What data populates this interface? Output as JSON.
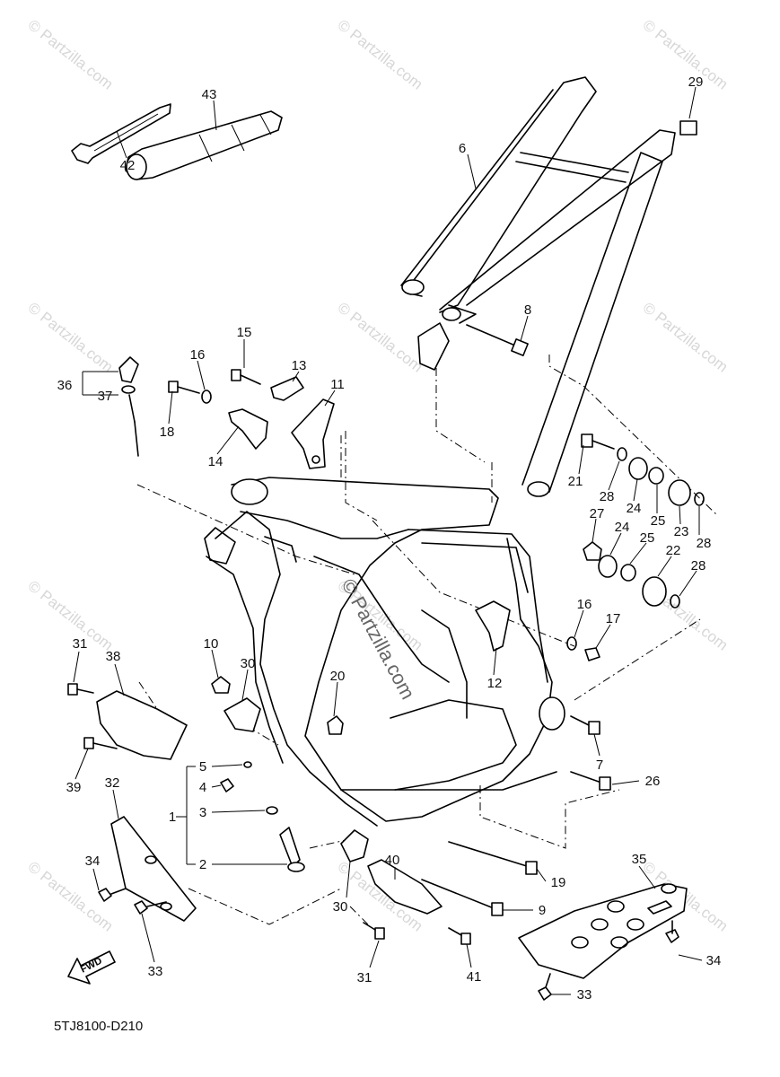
{
  "diagram": {
    "code": "5TJ8100-D210",
    "center_watermark": "© Partzilla.com",
    "watermark": "© Partzilla.com",
    "fwd_label": "FWD",
    "callouts": [
      {
        "id": "c42",
        "label": "42"
      },
      {
        "id": "c43",
        "label": "43"
      },
      {
        "id": "c6",
        "label": "6"
      },
      {
        "id": "c29",
        "label": "29"
      },
      {
        "id": "c8",
        "label": "8"
      },
      {
        "id": "c15",
        "label": "15"
      },
      {
        "id": "c16a",
        "label": "16"
      },
      {
        "id": "c13",
        "label": "13"
      },
      {
        "id": "c11",
        "label": "11"
      },
      {
        "id": "c18",
        "label": "18"
      },
      {
        "id": "c14",
        "label": "14"
      },
      {
        "id": "c36",
        "label": "36"
      },
      {
        "id": "c37",
        "label": "37"
      },
      {
        "id": "c21",
        "label": "21"
      },
      {
        "id": "c28a",
        "label": "28"
      },
      {
        "id": "c24a",
        "label": "24"
      },
      {
        "id": "c25a",
        "label": "25"
      },
      {
        "id": "c23",
        "label": "23"
      },
      {
        "id": "c28b",
        "label": "28"
      },
      {
        "id": "c27",
        "label": "27"
      },
      {
        "id": "c24b",
        "label": "24"
      },
      {
        "id": "c25b",
        "label": "25"
      },
      {
        "id": "c22",
        "label": "22"
      },
      {
        "id": "c28c",
        "label": "28"
      },
      {
        "id": "c16b",
        "label": "16"
      },
      {
        "id": "c17",
        "label": "17"
      },
      {
        "id": "c12",
        "label": "12"
      },
      {
        "id": "c10",
        "label": "10"
      },
      {
        "id": "c30a",
        "label": "30"
      },
      {
        "id": "c20",
        "label": "20"
      },
      {
        "id": "c31a",
        "label": "31"
      },
      {
        "id": "c38",
        "label": "38"
      },
      {
        "id": "c39",
        "label": "39"
      },
      {
        "id": "c5",
        "label": "5"
      },
      {
        "id": "c4",
        "label": "4"
      },
      {
        "id": "c1",
        "label": "1"
      },
      {
        "id": "c3",
        "label": "3"
      },
      {
        "id": "c2",
        "label": "2"
      },
      {
        "id": "c32",
        "label": "32"
      },
      {
        "id": "c34a",
        "label": "34"
      },
      {
        "id": "c33a",
        "label": "33"
      },
      {
        "id": "c7",
        "label": "7"
      },
      {
        "id": "c26",
        "label": "26"
      },
      {
        "id": "c19",
        "label": "19"
      },
      {
        "id": "c9",
        "label": "9"
      },
      {
        "id": "c35",
        "label": "35"
      },
      {
        "id": "c40",
        "label": "40"
      },
      {
        "id": "c30b",
        "label": "30"
      },
      {
        "id": "c31b",
        "label": "31"
      },
      {
        "id": "c41",
        "label": "41"
      },
      {
        "id": "c34b",
        "label": "34"
      },
      {
        "id": "c33b",
        "label": "33"
      }
    ]
  }
}
